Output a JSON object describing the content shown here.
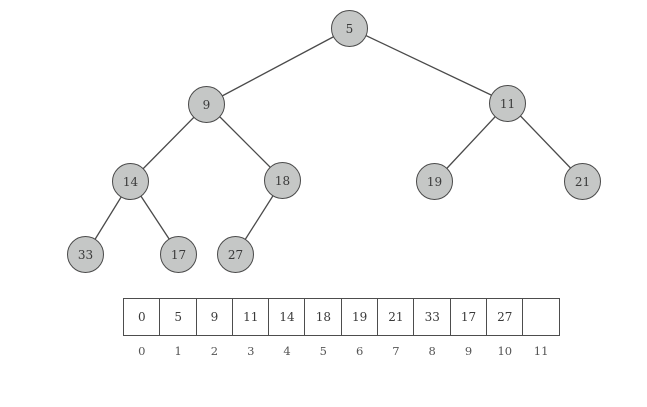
{
  "diagram": {
    "kind": "binary-min-heap",
    "colors": {
      "node_fill": "#c5c7c6",
      "node_stroke": "#4a4a4a",
      "edge": "#4a4a4a",
      "cell_border": "#4d4d4d",
      "text": "#3a3a3a",
      "index_text": "#555555",
      "background": "#ffffff"
    },
    "tree": {
      "nodes": [
        {
          "value": "5"
        },
        {
          "value": "9"
        },
        {
          "value": "11"
        },
        {
          "value": "14"
        },
        {
          "value": "18"
        },
        {
          "value": "19"
        },
        {
          "value": "21"
        },
        {
          "value": "33"
        },
        {
          "value": "17"
        },
        {
          "value": "27"
        }
      ],
      "edges": [
        {
          "parent": "5",
          "child": "9"
        },
        {
          "parent": "5",
          "child": "11"
        },
        {
          "parent": "9",
          "child": "14"
        },
        {
          "parent": "9",
          "child": "18"
        },
        {
          "parent": "11",
          "child": "19"
        },
        {
          "parent": "11",
          "child": "21"
        },
        {
          "parent": "14",
          "child": "33"
        },
        {
          "parent": "14",
          "child": "17"
        },
        {
          "parent": "18",
          "child": "27"
        }
      ]
    },
    "array": {
      "cells": [
        "0",
        "5",
        "9",
        "11",
        "14",
        "18",
        "19",
        "21",
        "33",
        "17",
        "27",
        ""
      ],
      "indices": [
        "0",
        "1",
        "2",
        "3",
        "4",
        "5",
        "6",
        "7",
        "8",
        "9",
        "10",
        "11"
      ]
    }
  }
}
